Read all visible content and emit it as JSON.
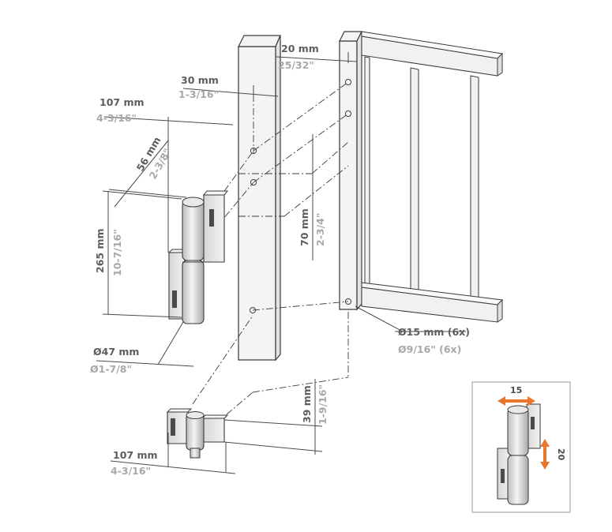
{
  "dimensions": {
    "hinge_width": {
      "mm": "107 mm",
      "inch": "4-3/16\""
    },
    "leaf_width": {
      "mm": "56 mm",
      "inch": "2-3/8\""
    },
    "hinge_height": {
      "mm": "265 mm",
      "inch": "10-7/16\""
    },
    "barrel_dia": {
      "mm": "Ø47 mm",
      "inch": "Ø1-7/8\""
    },
    "post_offset": {
      "mm": "30 mm",
      "inch": "1-3/16\""
    },
    "gate_offset": {
      "mm": "20 mm",
      "inch": "25/32\""
    },
    "hole_spacing": {
      "mm": "70 mm",
      "inch": "2-3/4\""
    },
    "hole_dia": {
      "mm": "Ø15 mm (6x)",
      "inch": "Ø9/16\" (6x)"
    },
    "lower_offset": {
      "mm": "39 mm",
      "inch": "1-9/16\""
    },
    "bottom_width": {
      "mm": "107 mm",
      "inch": "4-3/16\""
    }
  },
  "inset": {
    "horizontal_adjust": "15",
    "vertical_adjust": "20"
  },
  "colors": {
    "accent": "#e8772e",
    "mm_text": "#5d5d5d",
    "inch_text": "#a8a8a8"
  }
}
